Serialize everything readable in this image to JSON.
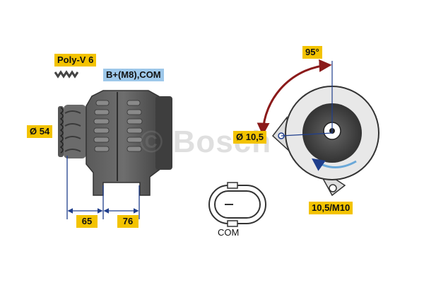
{
  "labels": {
    "belt_type": "Poly-V 6",
    "terminal": "B+(M8),COM",
    "pulley_diameter": "Ø 54",
    "dim_left": "65",
    "dim_right": "76",
    "angle": "95°",
    "mount_hole": "Ø 10,5",
    "mount_thread": "10,5/M10",
    "connector": "COM"
  },
  "watermark": "© Bosch",
  "colors": {
    "label_yellow": "#f3c300",
    "label_blue": "#9ec8ea",
    "arrow_red": "#8b1a1a",
    "dim_blue": "#1f3e8c",
    "body_gray": "#4a4a4a"
  }
}
